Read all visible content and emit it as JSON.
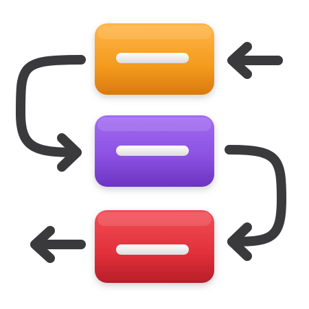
{
  "diagram": {
    "nodes": [
      {
        "id": "top",
        "color": "#F39B1E",
        "shade": "#D9790F"
      },
      {
        "id": "middle",
        "color": "#8A4FE0",
        "shade": "#6B33C2"
      },
      {
        "id": "bottom",
        "color": "#E0303A",
        "shade": "#B81E28"
      }
    ],
    "arrow_color": "#3A3A3C",
    "bar_color": "#F4F4F4",
    "connections": [
      {
        "from": "outside-right",
        "to": "top",
        "icon": "arrow-left-icon"
      },
      {
        "from": "top",
        "to": "middle",
        "icon": "curved-arrow-icon"
      },
      {
        "from": "middle",
        "to": "bottom",
        "icon": "curved-arrow-icon"
      },
      {
        "from": "bottom",
        "to": "outside-left",
        "icon": "arrow-left-icon"
      }
    ]
  }
}
